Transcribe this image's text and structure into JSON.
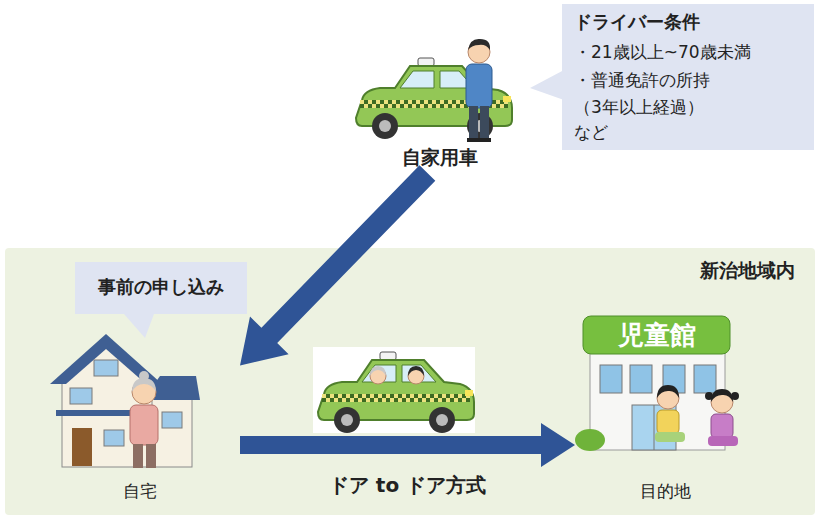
{
  "diagram": {
    "nodes": [
      {
        "text": [
          "ドライバー条件",
          "・21歳以上~70歳未満",
          "・普通免許の所持 （3年以上経過）",
          "など"
        ]
      },
      {
        "text": [
          "自家用車"
        ]
      },
      {
        "text": [
          "新治地域内"
        ]
      },
      {
        "text": [
          "事前の申し込み"
        ],
        "in": 2
      },
      {
        "text": [
          "自宅"
        ],
        "in": 2
      },
      {
        "text": [
          "児童館",
          "目的地"
        ],
        "in": 2
      }
    ],
    "edges": [
      {
        "from": 1,
        "to": 4,
        "arrow": "to"
      },
      {
        "from": 4,
        "to": 5,
        "label": "ドア to ドア方式",
        "arrow": "to"
      }
    ]
  }
}
